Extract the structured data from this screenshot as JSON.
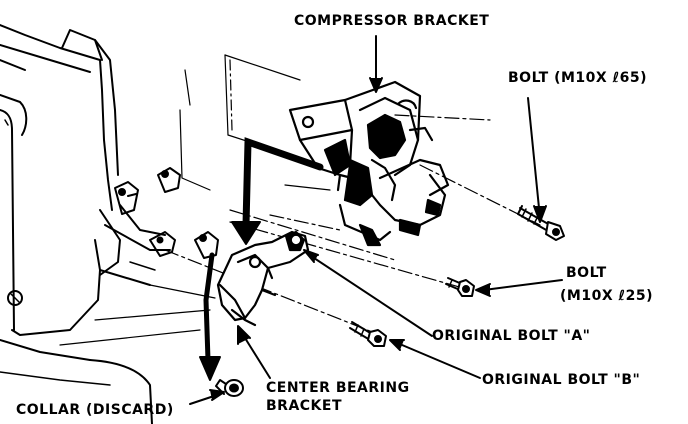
{
  "labels": {
    "compressor_bracket": "COMPRESSOR BRACKET",
    "bolt_m10x65": "BOLT (M10X ℓ65)",
    "bolt_m10x25_line1": "BOLT",
    "bolt_m10x25_line2": "(M10X ℓ25)",
    "original_bolt_a": "ORIGINAL BOLT \"A\"",
    "original_bolt_b": "ORIGINAL BOLT \"B\"",
    "center_bearing_line1": "CENTER BEARING",
    "center_bearing_line2": "BRACKET",
    "collar_discard": "COLLAR (DISCARD)"
  },
  "colors": {
    "ink": "#000000",
    "paper": "#ffffff"
  }
}
